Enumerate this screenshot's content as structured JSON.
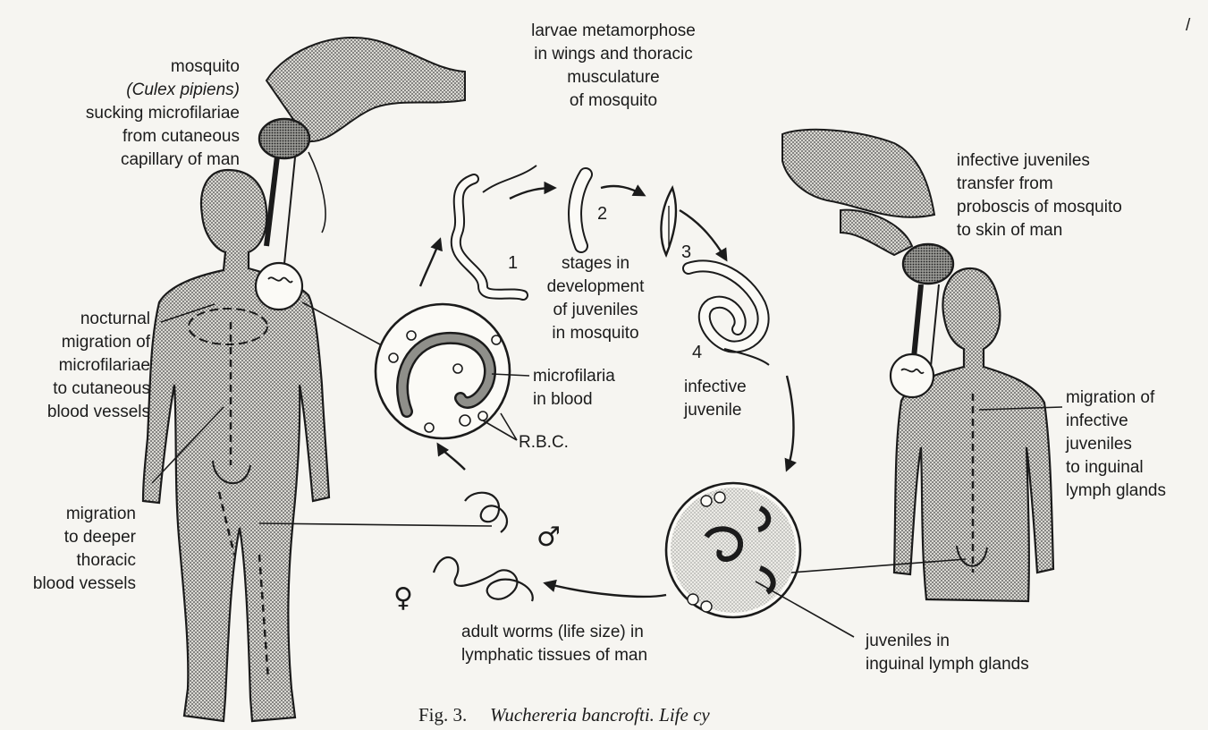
{
  "labels": {
    "mosquito_1": "mosquito",
    "mosquito_2": "(Culex pipiens)",
    "mosquito_3": "sucking microfilariae",
    "mosquito_4": "from cutaneous",
    "mosquito_5": "capillary of man",
    "larvae_1": "larvae metamorphose",
    "larvae_2": "in wings and thoracic",
    "larvae_3": "musculature",
    "larvae_4": "of mosquito",
    "infective_transfer_1": "infective juveniles",
    "infective_transfer_2": "transfer from",
    "infective_transfer_3": "proboscis of mosquito",
    "infective_transfer_4": "to skin of man",
    "nocturnal_1": "nocturnal",
    "nocturnal_2": "migration of",
    "nocturnal_3": "microfilariae",
    "nocturnal_4": "to cutaneous",
    "nocturnal_5": "blood vessels",
    "stages_1": "stages in",
    "stages_2": "development",
    "stages_3": "of juveniles",
    "stages_4": "in mosquito",
    "microfilaria_1": "microfilaria",
    "microfilaria_2": "in blood",
    "rbc": "R.B.C.",
    "infective_juvenile_1": "infective",
    "infective_juvenile_2": "juvenile",
    "migration_infective_1": "migration of",
    "migration_infective_2": "infective",
    "migration_infective_3": "juveniles",
    "migration_infective_4": "to inguinal",
    "migration_infective_5": "lymph glands",
    "deeper_1": "migration",
    "deeper_2": "to deeper",
    "deeper_3": "thoracic",
    "deeper_4": "blood vessels",
    "adult_1": "adult worms (life size) in",
    "adult_2": "lymphatic tissues of man",
    "juveniles_glands_1": "juveniles in",
    "juveniles_glands_2": "inguinal lymph glands",
    "stage_1": "1",
    "stage_2": "2",
    "stage_3": "3",
    "stage_4": "4",
    "male_symbol": "♂",
    "female_symbol": "♀",
    "corner_mark": "/"
  },
  "caption": {
    "fig": "Fig. 3.",
    "species": "Wuchereria bancrofti. Life cy"
  }
}
